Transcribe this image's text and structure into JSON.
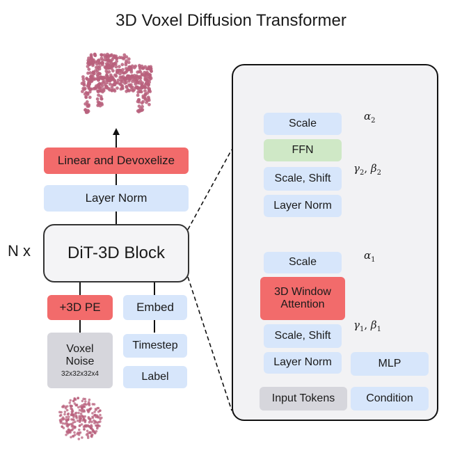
{
  "title": "3D Voxel Diffusion Transformer",
  "repeat_label": "N x",
  "left": {
    "linear_devoxelize": "Linear and Devoxelize",
    "layer_norm": "Layer Norm",
    "dit_block": "DiT-3D Block",
    "pe": "+3D PE",
    "embed": "Embed",
    "voxel_noise_line1": "Voxel",
    "voxel_noise_line2": "Noise",
    "voxel_noise_dims": "32x32x32x4",
    "timestep": "Timestep",
    "label": "Label"
  },
  "block": {
    "scale_top": "Scale",
    "ffn": "FFN",
    "scale_shift_top": "Scale, Shift",
    "layer_norm_top": "Layer Norm",
    "scale_bottom": "Scale",
    "attention_line1": "3D Window",
    "attention_line2": "Attention",
    "scale_shift_bottom": "Scale, Shift",
    "layer_norm_bottom": "Layer Norm",
    "mlp": "MLP",
    "input_tokens": "Input Tokens",
    "condition": "Condition",
    "alpha2": {
      "sym": "α",
      "sub": "2"
    },
    "gamma2_beta2": {
      "g": "γ",
      "gs": "2",
      "sep": ", ",
      "b": "β",
      "bs": "2"
    },
    "alpha1": {
      "sym": "α",
      "sub": "1"
    },
    "gamma1_beta1": {
      "g": "γ",
      "gs": "1",
      "sep": ", ",
      "b": "β",
      "bs": "1"
    },
    "plus": "+"
  },
  "colors": {
    "blue": "#d7e6fb",
    "red": "#f26b6b",
    "green": "#cfe8c6",
    "gray": "#d6d6dc",
    "voxel_pink": "#b8607c"
  },
  "images": [
    "chair-point-cloud",
    "noise-point-cloud"
  ]
}
